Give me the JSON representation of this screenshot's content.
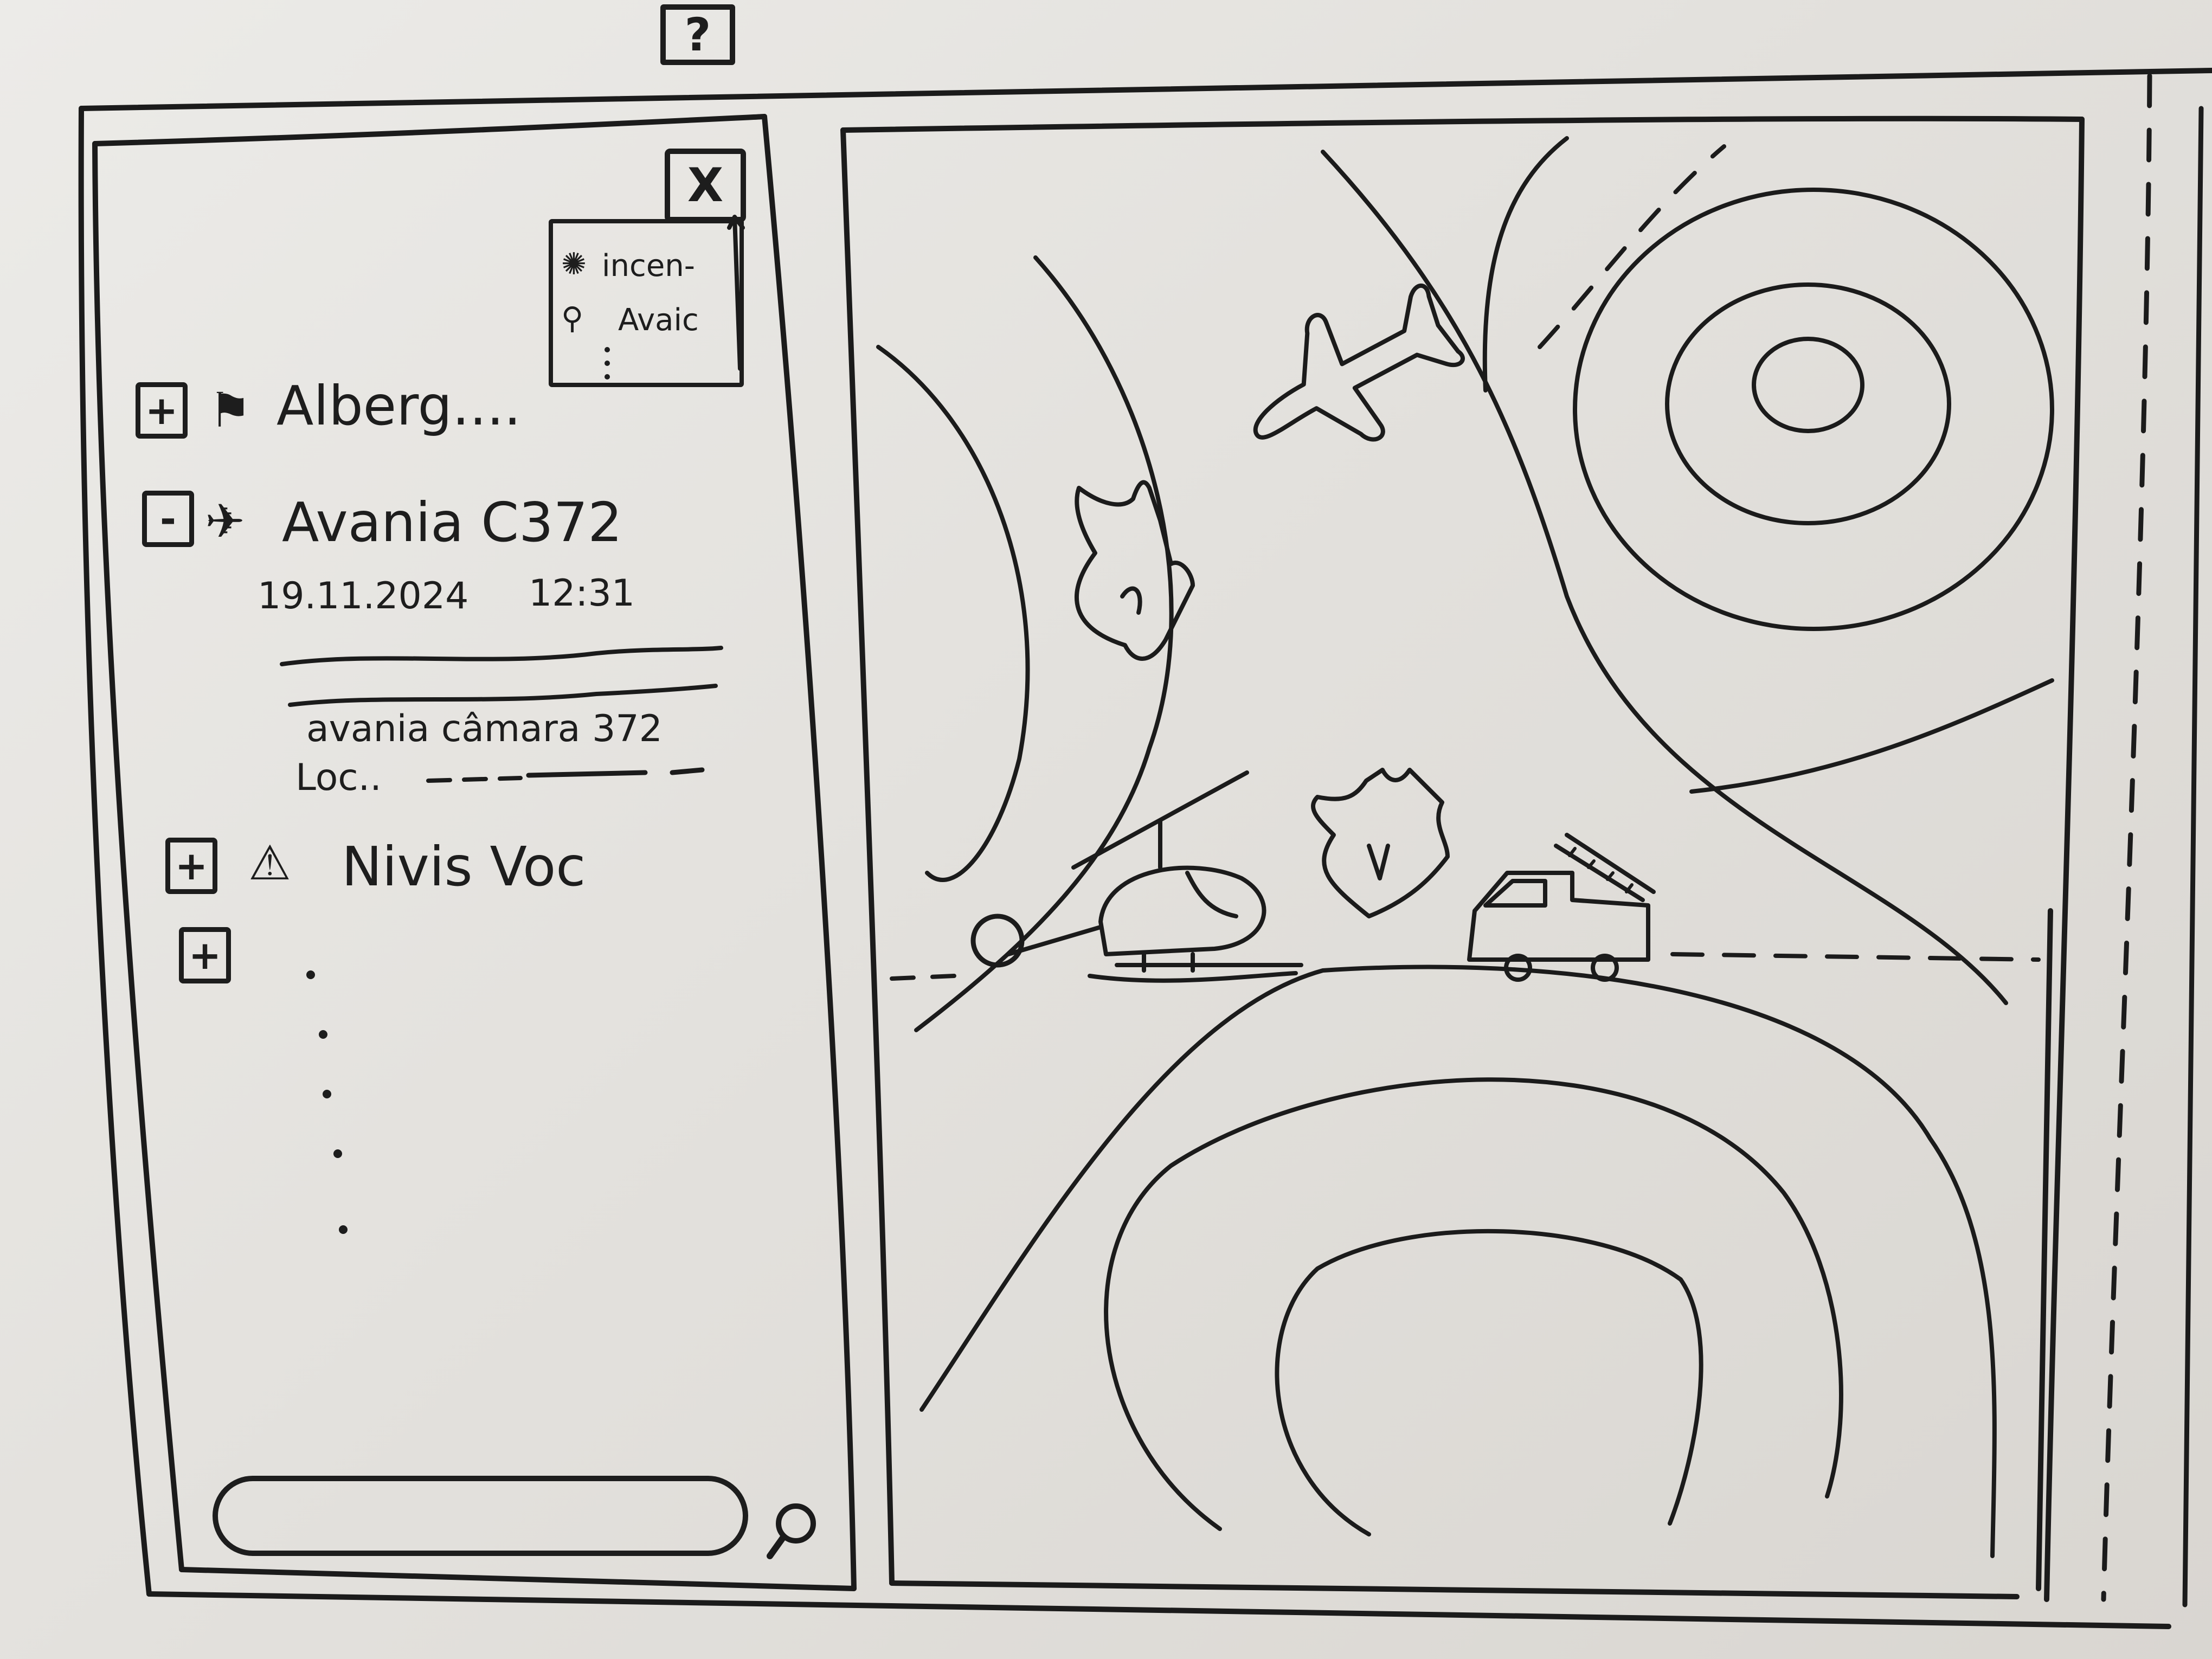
{
  "help": {
    "label": "?"
  },
  "sidebar": {
    "filter": {
      "close_label": "X",
      "entries": [
        {
          "icon": "fire-icon",
          "label": "incen-"
        },
        {
          "icon": "drone-icon",
          "label": "Avaic"
        }
      ]
    },
    "items": [
      {
        "toggle": "+",
        "icon": "map-pin-icon",
        "label": "Alberg...."
      },
      {
        "toggle": "-",
        "icon": "drone-icon",
        "label": "Avania C372",
        "date": "19.11.2024",
        "time": "12:31",
        "camera": "avania câmara 372",
        "location_label": "Loc.."
      },
      {
        "toggle": "+",
        "icon": "warning-icon",
        "label": "Nivis Voc"
      },
      {
        "toggle": "+",
        "label": ""
      }
    ]
  },
  "search": {
    "placeholder": ""
  }
}
